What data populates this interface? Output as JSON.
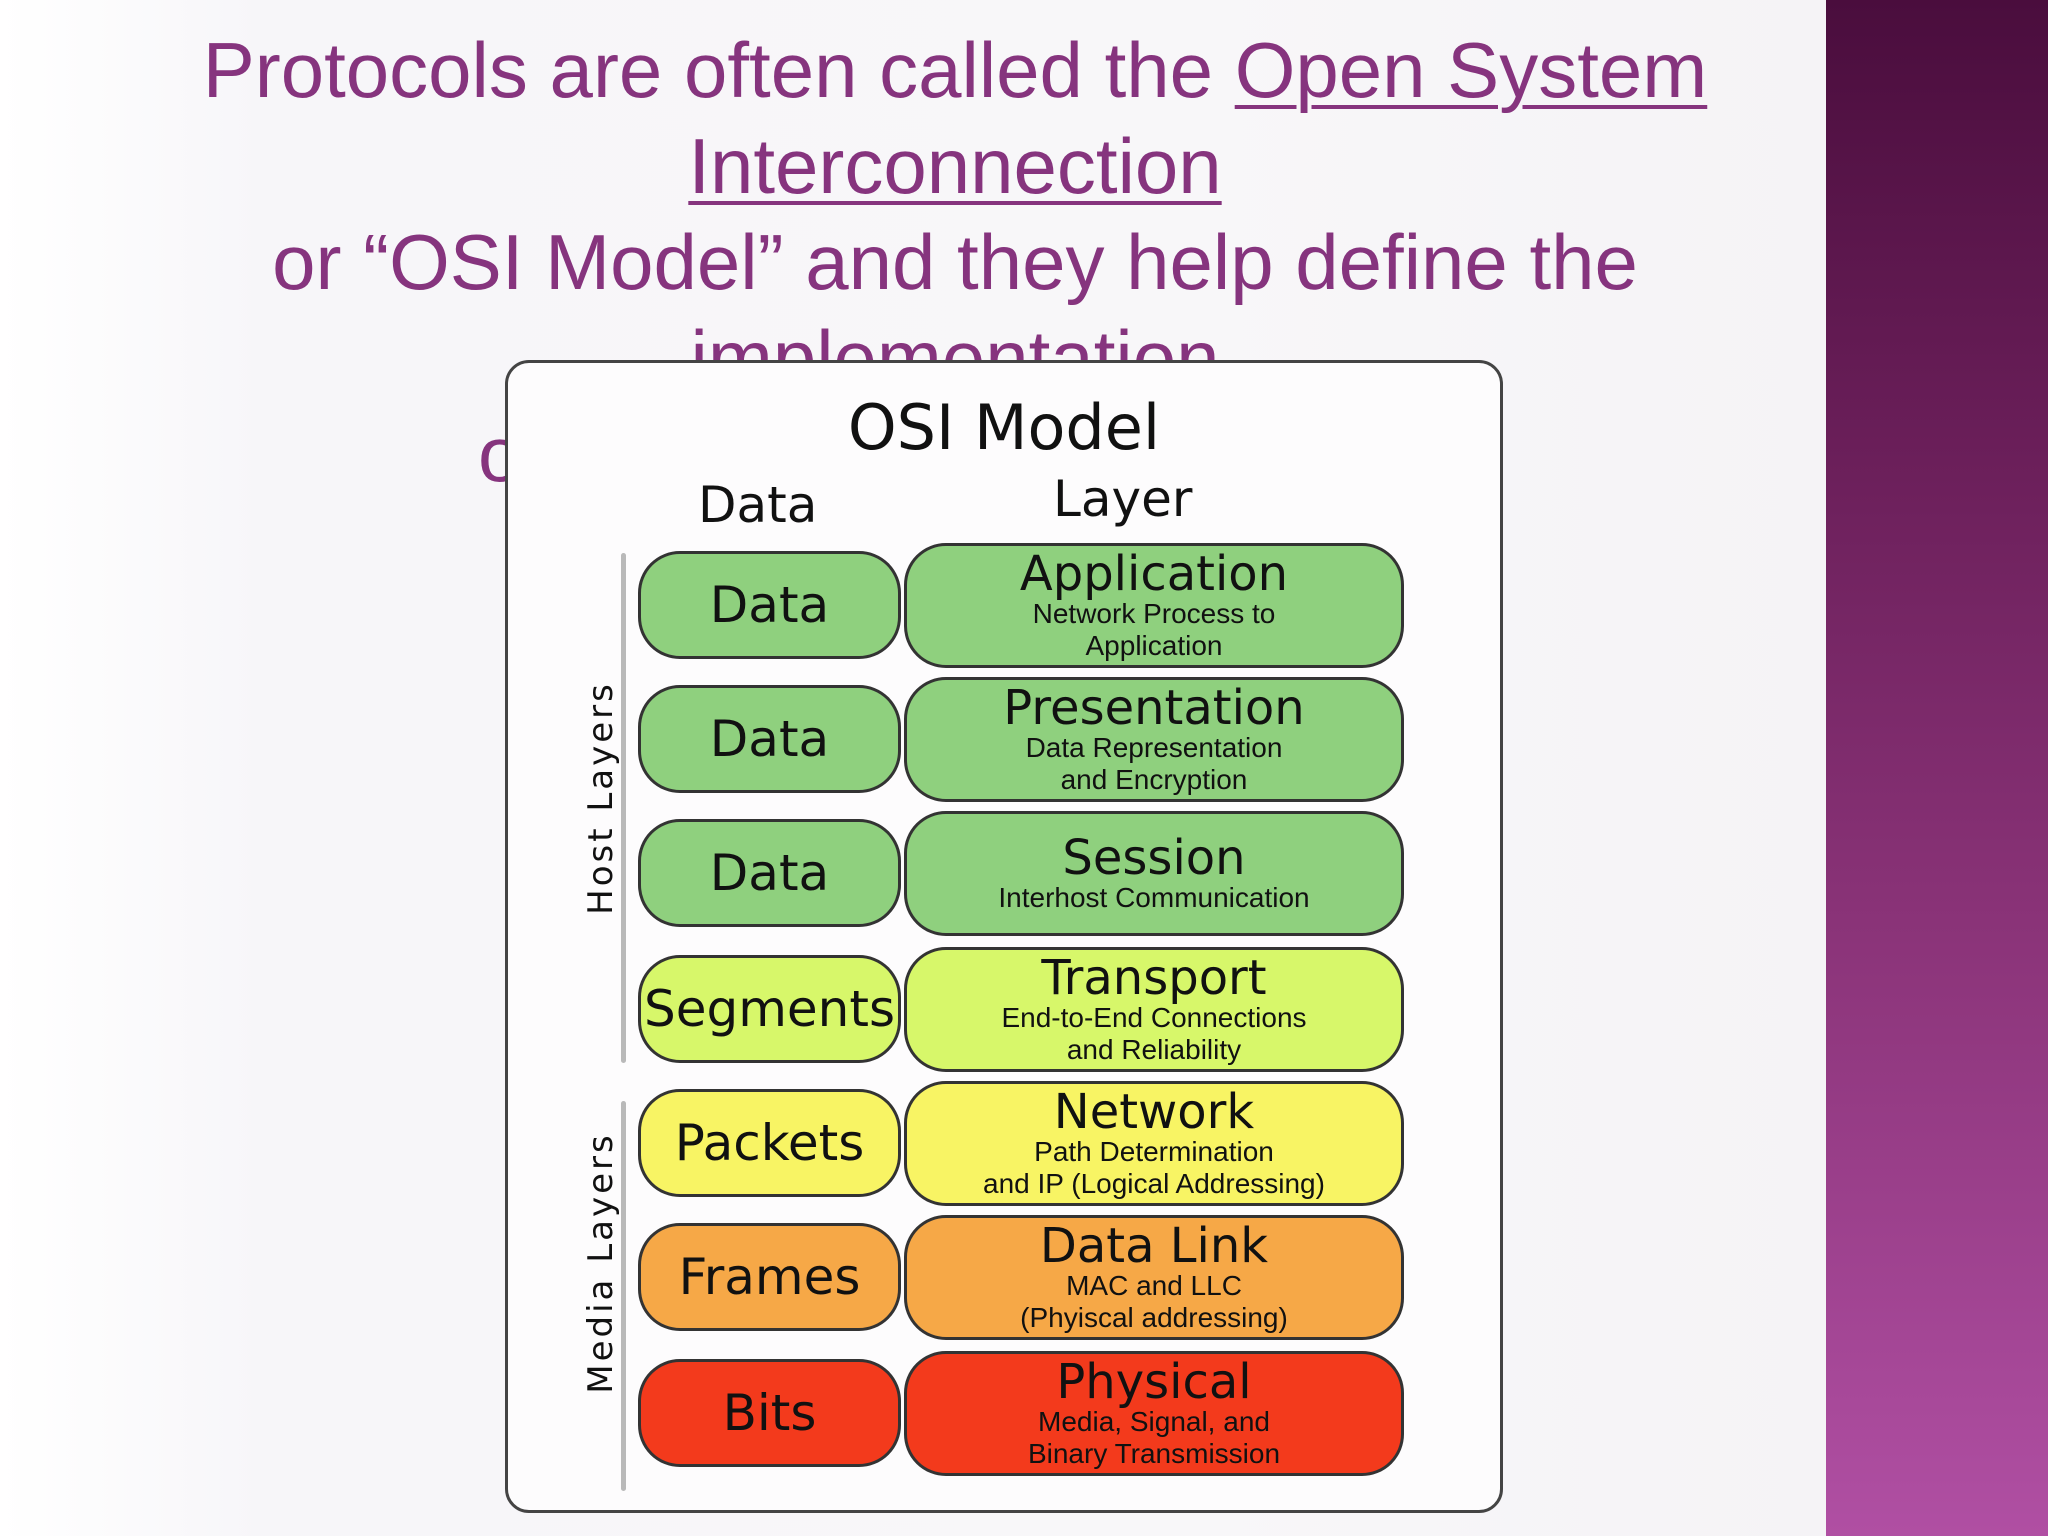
{
  "title": {
    "line1_plain": "Protocols are often called the ",
    "line1_link": "Open System",
    "line2_link": "Interconnection",
    "line3": "or “OSI Model” and they help define the",
    "line4_link": "implementation",
    "line5_fragment": "o"
  },
  "diagram": {
    "title": "OSI Model",
    "column_data": "Data",
    "column_layer": "Layer",
    "group_host": "Host Layers",
    "group_media": "Media Layers",
    "rows": [
      {
        "pdu": "Data",
        "layer": "Application",
        "desc1": "Network Process to",
        "desc2": "Application",
        "color": "#8fd07e"
      },
      {
        "pdu": "Data",
        "layer": "Presentation",
        "desc1": "Data Representation",
        "desc2": "and Encryption",
        "color": "#8fd07e"
      },
      {
        "pdu": "Data",
        "layer": "Session",
        "desc1": "Interhost Communication",
        "desc2": "",
        "color": "#8fd07e"
      },
      {
        "pdu": "Segments",
        "layer": "Transport",
        "desc1": "End-to-End Connections",
        "desc2": "and Reliability",
        "color": "#d7f76a"
      },
      {
        "pdu": "Packets",
        "layer": "Network",
        "desc1": "Path Determination",
        "desc2": "and IP (Logical Addressing)",
        "color": "#f8f464"
      },
      {
        "pdu": "Frames",
        "layer": "Data Link",
        "desc1": "MAC and LLC",
        "desc2": "(Phyiscal addressing)",
        "color": "#f6a847"
      },
      {
        "pdu": "Bits",
        "layer": "Physical",
        "desc1": "Media, Signal, and",
        "desc2": "Binary Transmission",
        "color": "#f33a1c"
      }
    ]
  },
  "colors": {
    "title_text": "#86347e",
    "sidebar_top": "#4a0d3d",
    "sidebar_bottom": "#b04fa3"
  }
}
